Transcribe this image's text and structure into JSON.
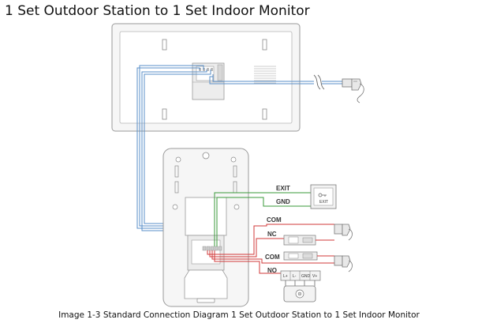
{
  "title": "1 Set Outdoor Station to 1 Set Indoor Monitor",
  "caption": "Image 1-3 Standard Connection Diagram 1 Set Outdoor Station to 1 Set Indoor Monitor",
  "labels": {
    "exit": "EXIT",
    "gnd": "GND",
    "com1": "COM",
    "nc": "NC",
    "com2": "COM",
    "no": "NO",
    "exit_button_text": "EXIT"
  },
  "terminals": [
    "L+",
    "L-",
    "GND",
    "V+"
  ],
  "colors": {
    "outline": "#9a9a9a",
    "blue_wire": "#5a8fc8",
    "green_wire": "#3a9a3a",
    "red_wire": "#d23a3a",
    "fill": "#f4f4f4"
  }
}
